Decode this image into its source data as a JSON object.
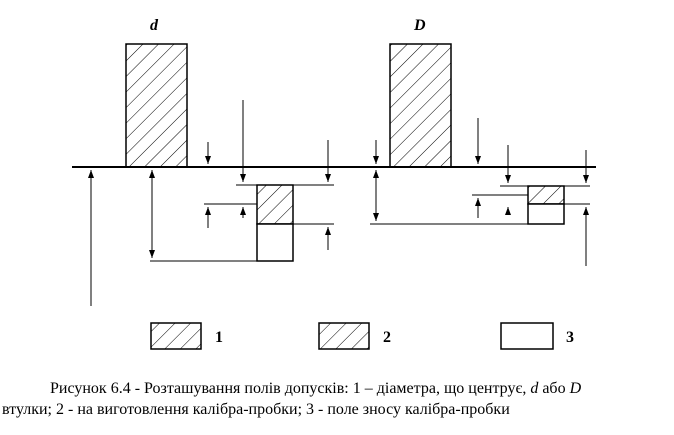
{
  "figure": {
    "label_d": "d",
    "label_D": "D",
    "legend": [
      "1",
      "2",
      "3"
    ]
  },
  "caption": {
    "line1_a": "Рисунок 6.4 - Розташування полів допусків: 1 – діаметра, що центрує, ",
    "line1_d": "d",
    "line1_b": " або ",
    "line1_D": "D",
    "line2": "втулки; 2 - на виготовлення калібра-пробки; 3 - поле зносу калібра-пробки"
  }
}
